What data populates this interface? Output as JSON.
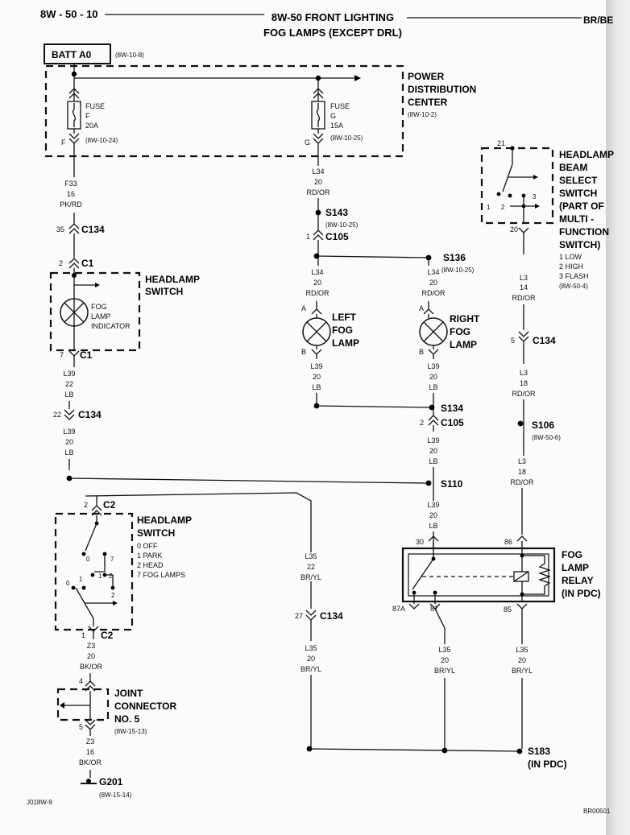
{
  "header": {
    "page_code": "8W - 50 - 10",
    "title_line1": "8W-50 FRONT LIGHTING",
    "title_line2": "FOG LAMPS (EXCEPT DRL)",
    "right_tab": "BR/BE"
  },
  "batt": {
    "label": "BATT A0",
    "ref": "(8W-10-8)"
  },
  "pdc": {
    "title": [
      "POWER",
      "DISTRIBUTION",
      "CENTER"
    ],
    "ref": "(8W-10-2)",
    "fuse_f": {
      "lines": [
        "FUSE",
        "F",
        "20A",
        "(8W-10-24)"
      ],
      "pin": "F"
    },
    "fuse_g": {
      "lines": [
        "FUSE",
        "G",
        "15A",
        "(8W-10-25)"
      ],
      "pin": "G"
    }
  },
  "wires": {
    "f33": [
      "F33",
      "16",
      "PK/RD"
    ],
    "l34_top": [
      "L34",
      "20",
      "RD/OR"
    ],
    "l34_left": [
      "L34",
      "20",
      "RD/OR"
    ],
    "l34_right": [
      "L34",
      "20",
      "RD/OR"
    ],
    "l39_a": [
      "L39",
      "22",
      "LB"
    ],
    "l39_b": [
      "L39",
      "20",
      "LB"
    ],
    "l39_lf": [
      "L39",
      "20",
      "LB"
    ],
    "l39_rf": [
      "L39",
      "20",
      "LB"
    ],
    "l39_c": [
      "L39",
      "20",
      "LB"
    ],
    "l39_d": [
      "L39",
      "20",
      "LB"
    ],
    "l3_a": [
      "L3",
      "14",
      "RD/OR"
    ],
    "l3_b": [
      "L3",
      "18",
      "RD/OR"
    ],
    "l3_c": [
      "L3",
      "18",
      "RD/OR"
    ],
    "l35_a": [
      "L35",
      "22",
      "BR/YL"
    ],
    "l35_b": [
      "L35",
      "20",
      "BR/YL"
    ],
    "l35_c": [
      "L35",
      "20",
      "BR/YL"
    ],
    "l35_d": [
      "L35",
      "20",
      "BR/YL"
    ],
    "z3_a": [
      "Z3",
      "20",
      "BK/OR"
    ],
    "z3_b": [
      "Z3",
      "16",
      "BK/OR"
    ]
  },
  "connectors": {
    "c134_top": {
      "pin": "35",
      "name": "C134"
    },
    "c1_top": {
      "pin": "2",
      "name": "C1"
    },
    "c1_bot": {
      "pin": "7",
      "name": "C1"
    },
    "c134_mid": {
      "pin": "22",
      "name": "C134"
    },
    "c2_top": {
      "pin": "2",
      "name": "C2"
    },
    "c2_bot": {
      "pin": "1",
      "name": "C2"
    },
    "c105_top": {
      "pin": "1",
      "name": "C105"
    },
    "c105_mid": {
      "pin": "2",
      "name": "C105"
    },
    "c134_l35": {
      "pin": "27",
      "name": "C134"
    },
    "c134_l3": {
      "pin": "5",
      "name": "C134"
    }
  },
  "splices": {
    "s143": {
      "name": "S143",
      "ref": "(8W-10-25)"
    },
    "s136": {
      "name": "S136",
      "ref": "(8W-10-25)"
    },
    "s134": {
      "name": "S134"
    },
    "s110": {
      "name": "S110"
    },
    "s106": {
      "name": "S106",
      "ref": "(8W-50-6)"
    },
    "s183": {
      "name": "S183",
      "note": "(IN PDC)"
    }
  },
  "headlamp_switch_1": {
    "title": [
      "HEADLAMP",
      "SWITCH"
    ],
    "indicator": [
      "FOG",
      "LAMP",
      "INDICATOR"
    ]
  },
  "headlamp_switch_2": {
    "title": [
      "HEADLAMP",
      "SWITCH"
    ],
    "positions": [
      "0 OFF",
      "1 PARK",
      "2 HEAD",
      "7 FOG LAMPS"
    ],
    "contacts": [
      "0",
      "1",
      "2",
      "7",
      "0",
      "1",
      "2"
    ]
  },
  "beam_switch": {
    "title": [
      "HEADLAMP",
      "BEAM",
      "SELECT",
      "SWITCH",
      "(PART OF",
      "MULTI -",
      "FUNCTION",
      "SWITCH)"
    ],
    "positions": [
      "1 LOW",
      "2 HIGH",
      "3 FLASH"
    ],
    "ref": "(8W-50-4)",
    "pin_top": "21",
    "pin_bot": "20",
    "contacts": [
      "1",
      "2",
      "3"
    ]
  },
  "left_fog": {
    "title": [
      "LEFT",
      "FOG",
      "LAMP"
    ],
    "pin_a": "A",
    "pin_b": "B"
  },
  "right_fog": {
    "title": [
      "RIGHT",
      "FOG",
      "LAMP"
    ],
    "pin_a": "A",
    "pin_b": "B"
  },
  "relay": {
    "title": [
      "FOG",
      "LAMP",
      "RELAY",
      "(IN PDC)"
    ],
    "pins": {
      "p30": "30",
      "p86": "86",
      "p87a": "87A",
      "p87": "87",
      "p85": "85"
    }
  },
  "joint": {
    "title": [
      "JOINT",
      "CONNECTOR",
      "NO. 5"
    ],
    "ref": "(8W-15-13)",
    "pin_top": "4",
    "pin_bot": "5"
  },
  "ground": {
    "name": "G201",
    "ref": "(8W-15-14)"
  },
  "footer": {
    "left_code": "J018W-9",
    "right_code": "BR00501"
  },
  "colors": {
    "ink": "#111111",
    "paper": "#fbfbf9",
    "edge_shadow": "#cfcfcf"
  }
}
